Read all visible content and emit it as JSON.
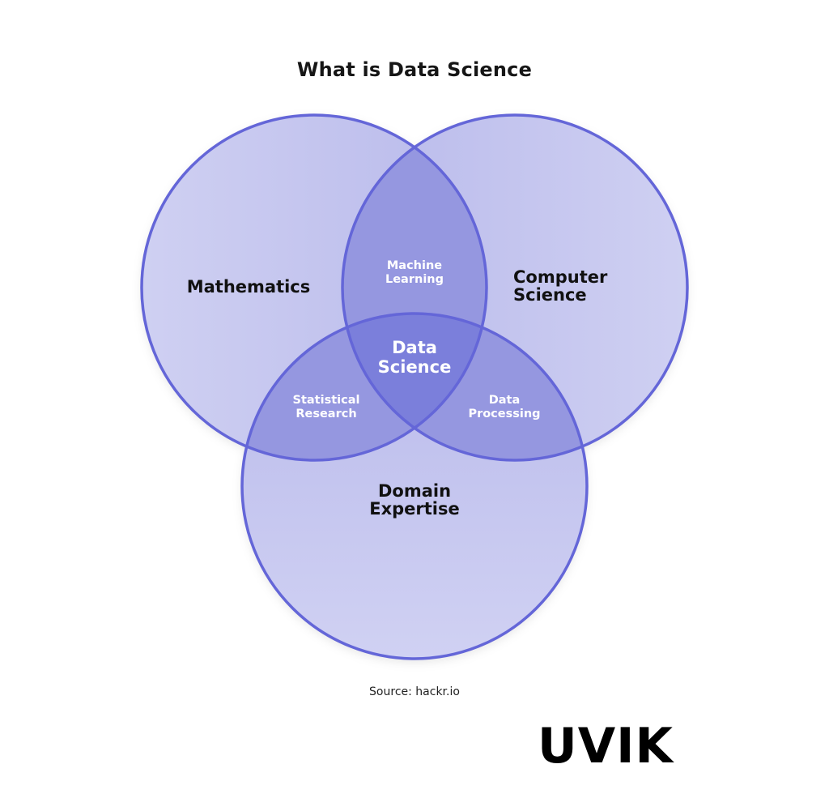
{
  "title": "What is Data Science",
  "circles": {
    "mathematics": "Mathematics",
    "computer_science": [
      "Computer",
      "Science"
    ],
    "domain_expertise": [
      "Domain",
      "Expertise"
    ]
  },
  "intersections": {
    "machine_learning": [
      "Machine",
      "Learning"
    ],
    "statistical_research": [
      "Statistical",
      "Research"
    ],
    "data_processing": [
      "Data",
      "Processing"
    ],
    "data_science": [
      "Data",
      "Science"
    ]
  },
  "source": "Source: hackr.io",
  "logo": "UVIK",
  "colors": {
    "circle_fill": "#c3c3ee",
    "overlap_two": "#9597e0",
    "overlap_three": "#7b7fdb",
    "stroke": "#6466d8",
    "text_dark": "#111111",
    "text_light": "#ffffff"
  }
}
